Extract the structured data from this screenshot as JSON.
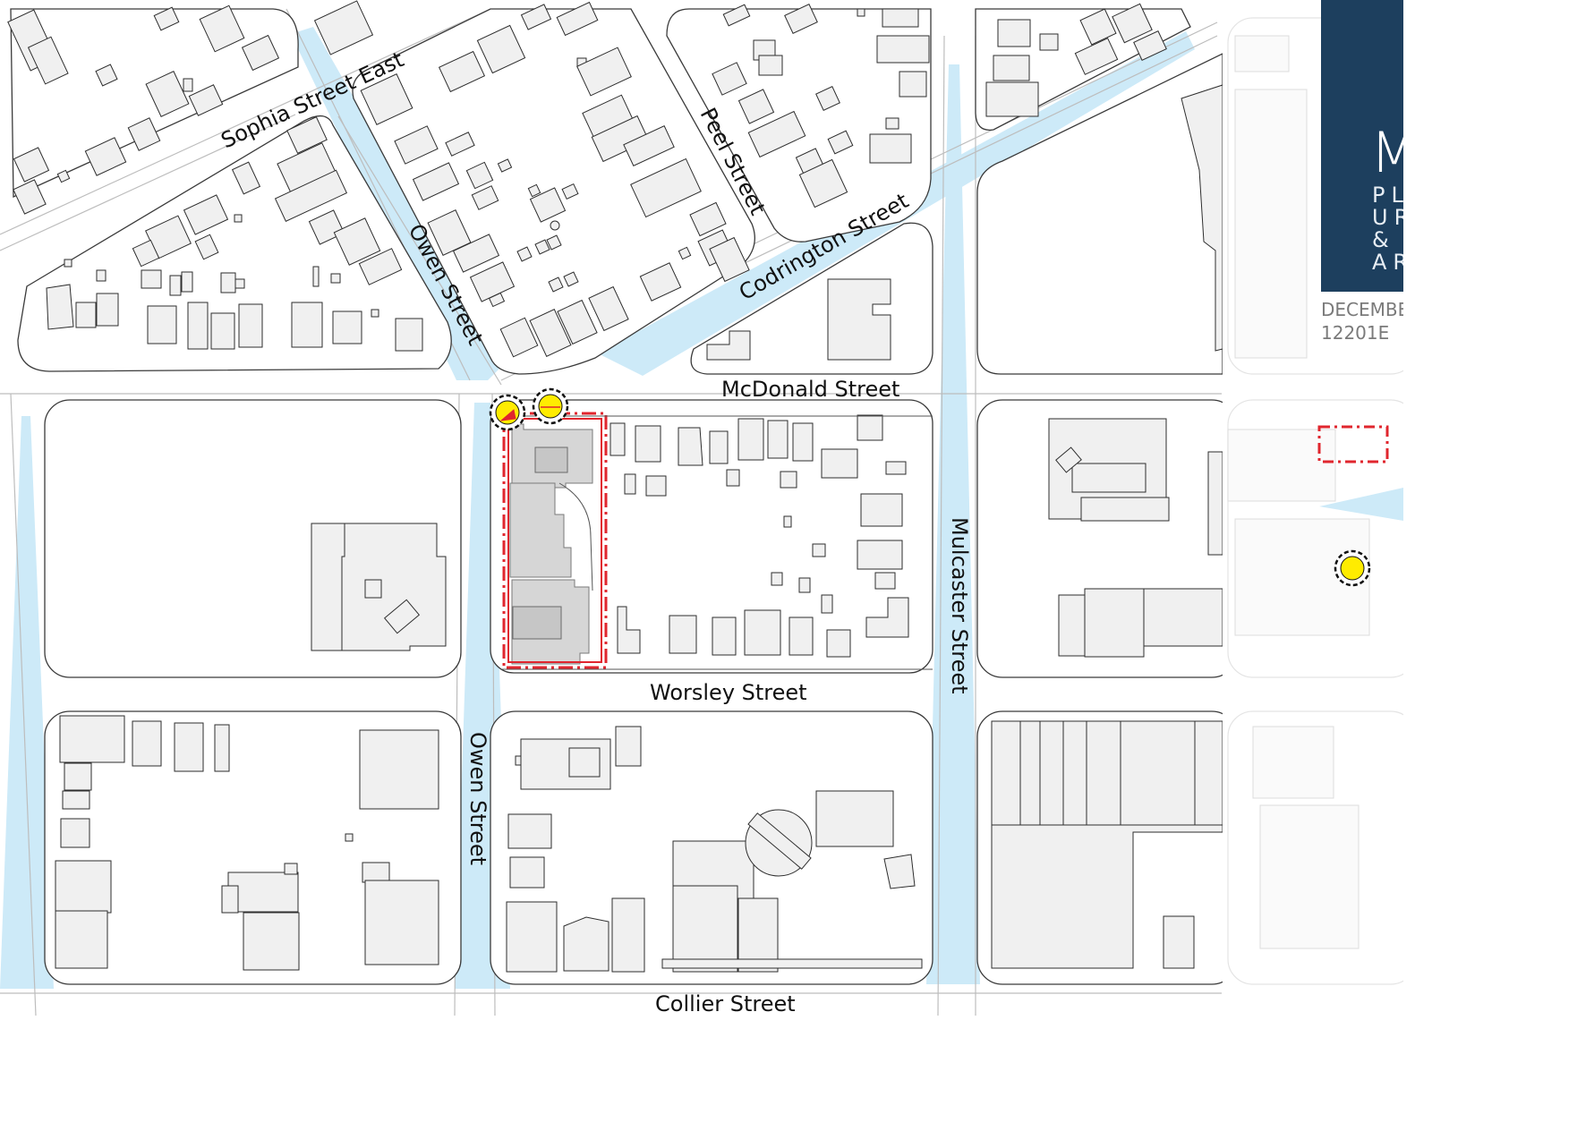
{
  "streets": {
    "sophia_east": "Sophia Street East",
    "owen_north": "Owen Street",
    "peel": "Peel Street",
    "codrington": "Codrington Street",
    "mcdonald": "McDonald Street",
    "worsley": "Worsley Street",
    "owen_south": "Owen Street",
    "mulcaster": "Mulcaster Street",
    "collier": "Collier Street"
  },
  "title_panel": {
    "big_letter": "M",
    "line1": "PL",
    "line2": "UR",
    "line3": "& L",
    "line4": "AR"
  },
  "meta": {
    "date": "DECEMBE",
    "project_no": "12201E"
  },
  "colors": {
    "view_corridor": "#cdeaf8",
    "site_boundary": "#e0262e",
    "viewpoint": "#ffec00",
    "title_panel": "#1d3f5e"
  },
  "legend_icons": [
    "site-boundary-icon",
    "view-corridor-icon",
    "viewpoint-icon"
  ]
}
